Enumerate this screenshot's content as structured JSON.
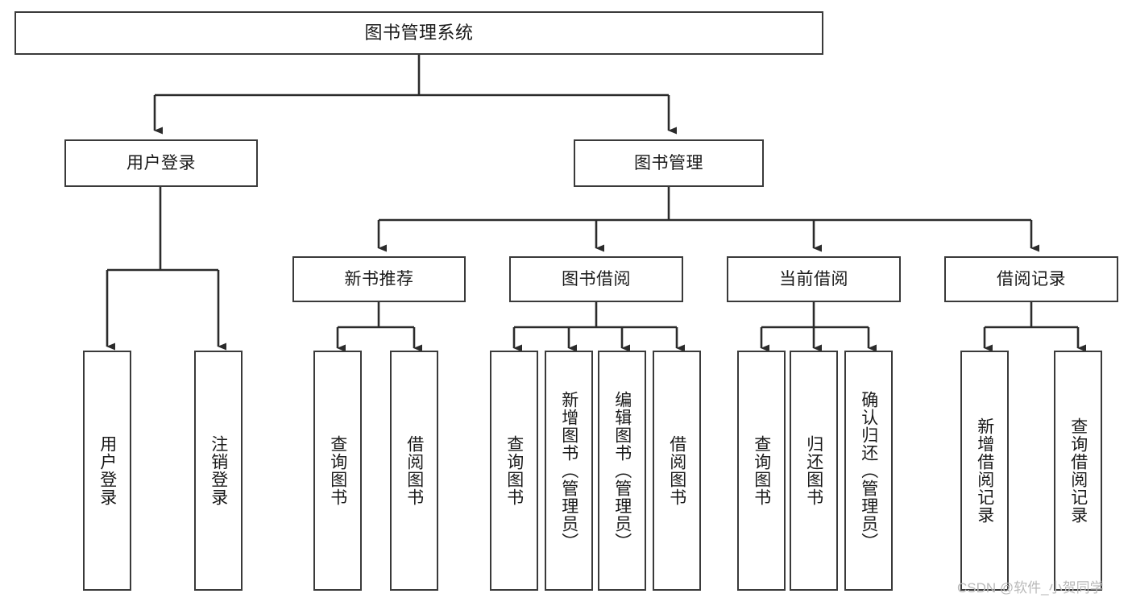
{
  "diagram": {
    "title": "图书管理系统",
    "type": "tree-functional-structure",
    "colors": {
      "box_border": "#3a3a3a",
      "box_fill": "#ffffff",
      "edge": "#2b2b2b",
      "text": "#1a1a1a",
      "watermark": "#b9b9b9"
    },
    "nodes": {
      "root": {
        "label": "图书管理系统"
      },
      "level2": [
        {
          "id": "user-login",
          "label": "用户登录"
        },
        {
          "id": "book-manage",
          "label": "图书管理"
        }
      ],
      "level3": [
        {
          "id": "new-book-recommend",
          "label": "新书推荐"
        },
        {
          "id": "book-borrow",
          "label": "图书借阅"
        },
        {
          "id": "current-borrow",
          "label": "当前借阅"
        },
        {
          "id": "borrow-record",
          "label": "借阅记录"
        }
      ],
      "leaves": [
        {
          "id": "leaf-user-login",
          "label": "用户登录",
          "parent": "user-login"
        },
        {
          "id": "leaf-logout-login",
          "label": "注销登录",
          "parent": "user-login"
        },
        {
          "id": "leaf-query-book-1",
          "label": "查询图书",
          "parent": "new-book-recommend"
        },
        {
          "id": "leaf-borrow-book-1",
          "label": "借阅图书",
          "parent": "new-book-recommend"
        },
        {
          "id": "leaf-query-book-2",
          "label": "查询图书",
          "parent": "book-borrow"
        },
        {
          "id": "leaf-add-book",
          "label": "新增图书（管理员）",
          "parent": "book-borrow"
        },
        {
          "id": "leaf-edit-book",
          "label": "编辑图书（管理员）",
          "parent": "book-borrow"
        },
        {
          "id": "leaf-borrow-book-2",
          "label": "借阅图书",
          "parent": "book-borrow"
        },
        {
          "id": "leaf-query-book-3",
          "label": "查询图书",
          "parent": "current-borrow"
        },
        {
          "id": "leaf-return-book",
          "label": "归还图书",
          "parent": "current-borrow"
        },
        {
          "id": "leaf-confirm-return",
          "label": "确认归还（管理员）",
          "parent": "current-borrow"
        },
        {
          "id": "leaf-add-record",
          "label": "新增借阅记录",
          "parent": "borrow-record"
        },
        {
          "id": "leaf-query-record",
          "label": "查询借阅记录",
          "parent": "borrow-record"
        }
      ]
    },
    "watermark": "CSDN @软件_小贺同学"
  }
}
